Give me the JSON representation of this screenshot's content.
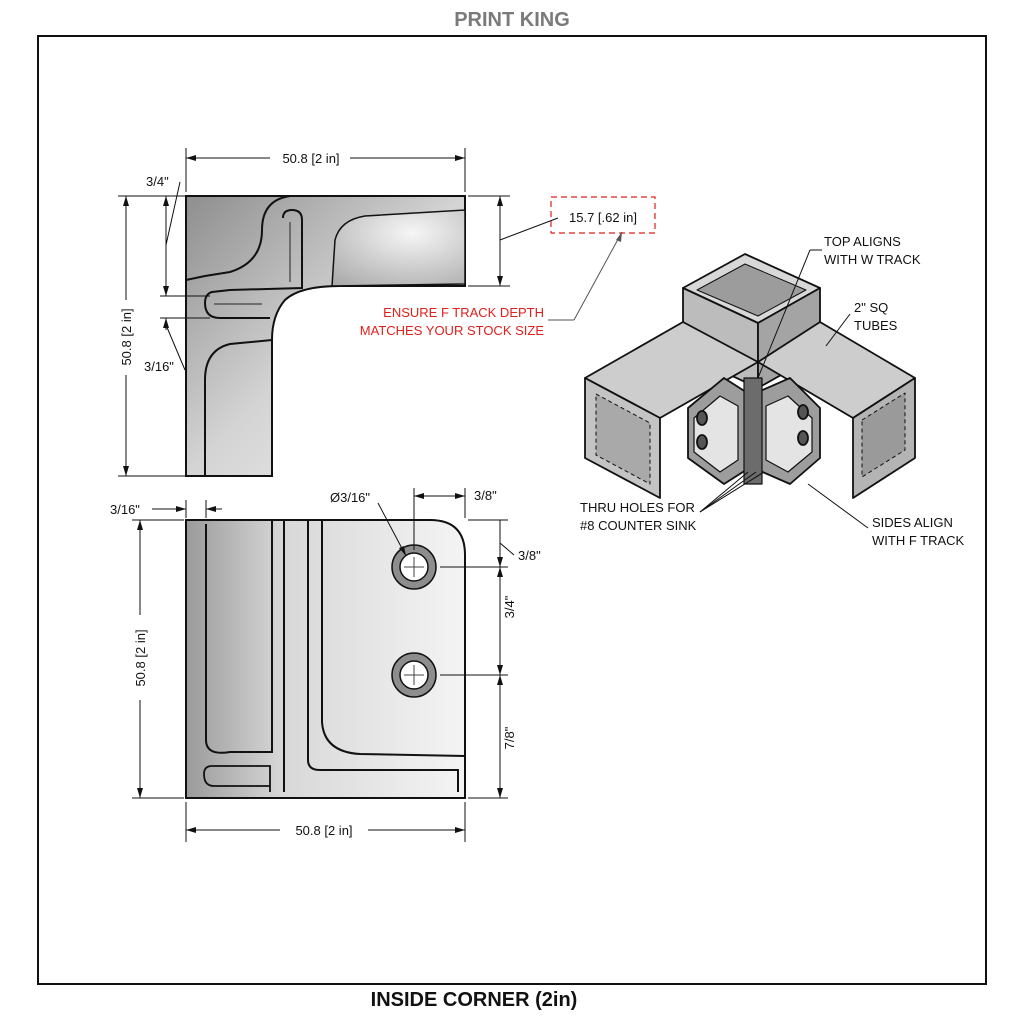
{
  "header": {
    "brand": "PRINT KING",
    "brand_color": "#7a7a7a"
  },
  "footer": {
    "title": "INSIDE CORNER (2in)"
  },
  "top_view": {
    "width_label": "50.8 [2 in]",
    "height_label": "50.8 [2 in]",
    "offset_label_a": "3/4\"",
    "offset_label_b": "3/16\"",
    "depth_label": "15.7 [.62 in]"
  },
  "front_view": {
    "wall_label": "3/16\"",
    "hole_label": "Ø3/16\"",
    "hole_offset_x": "3/8\"",
    "hole_offset_y": "3/8\"",
    "hole_spacing": "3/4\"",
    "hole_bottom": "7/8\"",
    "height_label": "50.8 [2 in]",
    "width_label": "50.8 [2 in]"
  },
  "warning": {
    "line1": "ENSURE F TRACK DEPTH",
    "line2": "MATCHES YOUR STOCK SIZE",
    "color": "#e0201b"
  },
  "callouts": {
    "top_aligns_1": "TOP ALIGNS",
    "top_aligns_2": "WITH W TRACK",
    "tubes_1": "2\" SQ",
    "tubes_2": "TUBES",
    "thru_1": "THRU HOLES FOR",
    "thru_2": "#8 COUNTER SINK",
    "sides_1": "SIDES ALIGN",
    "sides_2": "WITH F TRACK"
  }
}
